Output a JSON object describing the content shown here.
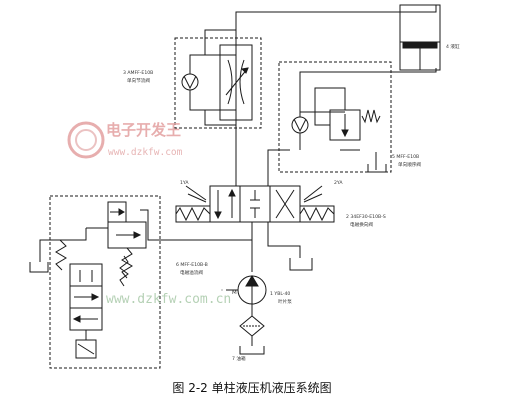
{
  "caption": "图 2-2   单柱液压机液压系统图",
  "watermark": {
    "brand": "电子开发王",
    "url_small": "www.dzkfw.com",
    "url_large": "www.dzkfw.com.cn"
  },
  "components": {
    "c3": {
      "line1": "3  AMFF-E10B",
      "line2": "单向节流阀"
    },
    "c4": {
      "line1": "4  液缸"
    },
    "c5": {
      "line1": "5  MFF-E10B",
      "line2": "单向顺序阀"
    },
    "c2": {
      "line1": "2  34EF30-E10B-S",
      "line2": "电磁换向阀"
    },
    "c6": {
      "line1": "6  MFF-E10B-B",
      "line2": "电磁溢流阀"
    },
    "c1": {
      "line1": "1  YBL-40",
      "line2": "叶片泵"
    },
    "c7": {
      "line1": "7  油箱"
    }
  },
  "solenoid_left": "1YA",
  "solenoid_right": "2YA",
  "motor_letter": "M",
  "colors": {
    "line": "#1a1a1a",
    "watermark_red": "#e3a0a0",
    "watermark_green": "#a9c9a9"
  }
}
